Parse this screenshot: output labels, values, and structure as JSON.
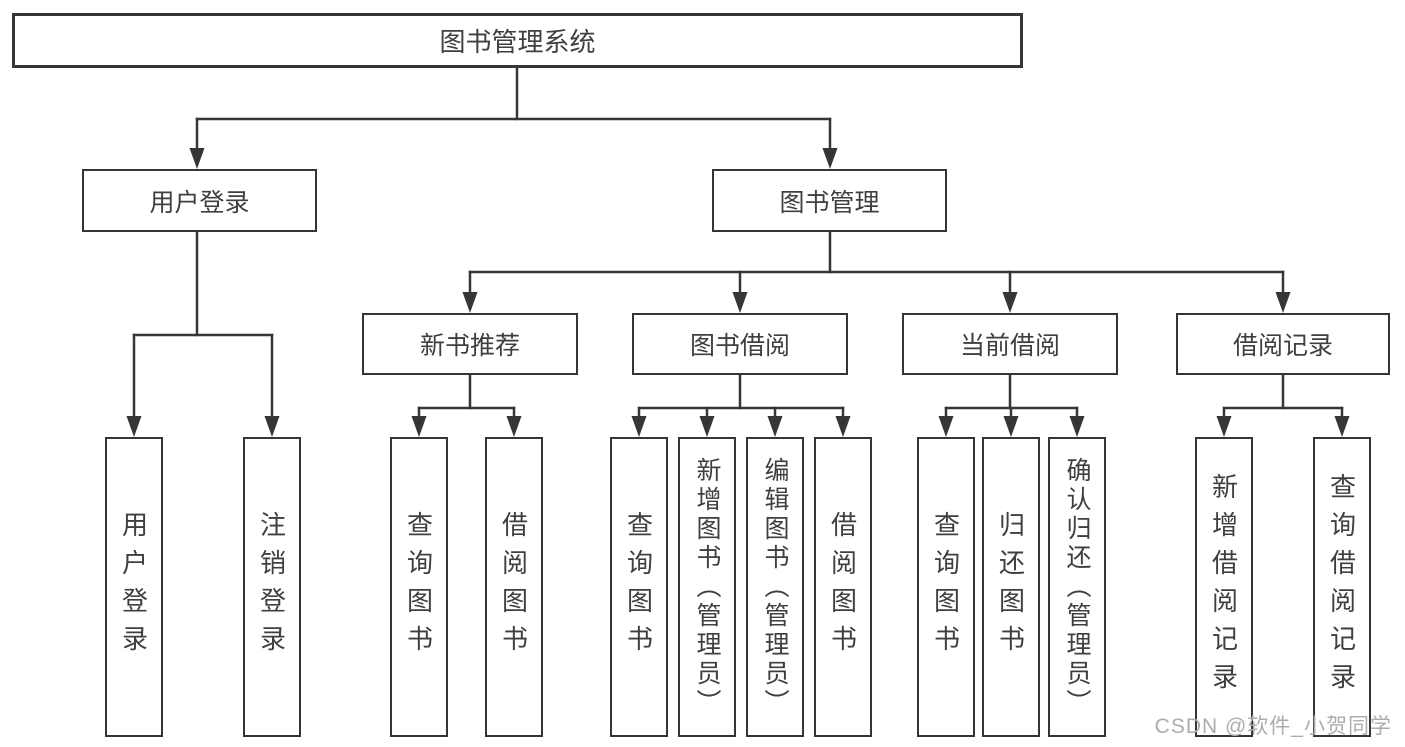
{
  "diagram": {
    "watermark": "CSDN @软件_小贺同学",
    "colors": {
      "line": "#363636",
      "box_border": "#363636",
      "text": "#3f3f3f",
      "background": "#ffffff",
      "watermark": "#adadad"
    },
    "nodes": {
      "root": {
        "label": "图书管理系统"
      },
      "user_login": {
        "label": "用户登录"
      },
      "book_mgmt": {
        "label": "图书管理"
      },
      "new_book_rec": {
        "label": "新书推荐"
      },
      "book_borrow": {
        "label": "图书借阅"
      },
      "current_borrow": {
        "label": "当前借阅"
      },
      "borrow_record": {
        "label": "借阅记录"
      },
      "leaf_user_login": {
        "label": "用户登录"
      },
      "leaf_logout": {
        "label": "注销登录"
      },
      "leaf_nbr_query": {
        "label": "查询图书"
      },
      "leaf_nbr_borrow": {
        "label": "借阅图书"
      },
      "leaf_bb_query": {
        "label": "查询图书"
      },
      "leaf_bb_add": {
        "label": "新增图书（管理员）"
      },
      "leaf_bb_edit": {
        "label": "编辑图书（管理员）"
      },
      "leaf_bb_borrow": {
        "label": "借阅图书"
      },
      "leaf_cb_query": {
        "label": "查询图书"
      },
      "leaf_cb_return": {
        "label": "归还图书"
      },
      "leaf_cb_confirm": {
        "label": "确认归还（管理员）"
      },
      "leaf_br_add": {
        "label": "新增借阅记录"
      },
      "leaf_br_query": {
        "label": "查询借阅记录"
      }
    },
    "hierarchy": {
      "图书管理系统": {
        "用户登录": [
          "用户登录",
          "注销登录"
        ],
        "图书管理": {
          "新书推荐": [
            "查询图书",
            "借阅图书"
          ],
          "图书借阅": [
            "查询图书",
            "新增图书（管理员）",
            "编辑图书（管理员）",
            "借阅图书"
          ],
          "当前借阅": [
            "查询图书",
            "归还图书",
            "确认归还（管理员）"
          ],
          "借阅记录": [
            "新增借阅记录",
            "查询借阅记录"
          ]
        }
      }
    }
  }
}
